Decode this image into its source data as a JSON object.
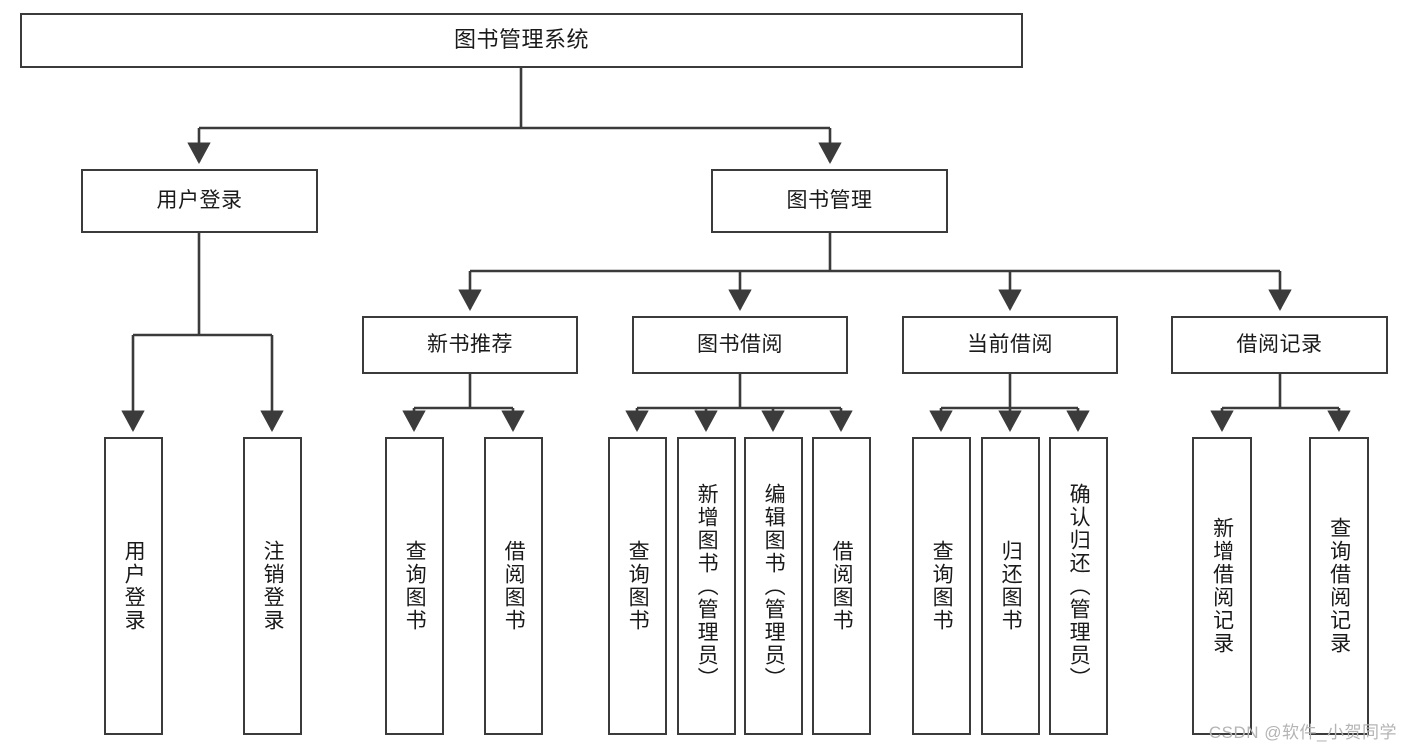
{
  "diagram": {
    "title": "图书管理系统",
    "type": "hierarchy-tree",
    "watermark": "CSDN @软件_小贺同学",
    "colors": {
      "box_border": "#3b3b3b",
      "box_fill": "#ffffff",
      "connector": "#3b3b3b",
      "text": "#1a1a1a",
      "watermark": "#b4b4b4"
    },
    "nodes": {
      "root": {
        "label": "图书管理系统"
      },
      "level2": [
        {
          "id": "user-login",
          "label": "用户登录"
        },
        {
          "id": "book-manage",
          "label": "图书管理"
        }
      ],
      "level3": [
        {
          "id": "new-book-recommend",
          "label": "新书推荐"
        },
        {
          "id": "book-borrow",
          "label": "图书借阅"
        },
        {
          "id": "current-borrow",
          "label": "当前借阅"
        },
        {
          "id": "borrow-record",
          "label": "借阅记录"
        }
      ],
      "leaves": {
        "user-login": [
          {
            "id": "leaf-user-login",
            "label": "用户登录"
          },
          {
            "id": "leaf-user-logout",
            "label": "注销登录"
          }
        ],
        "new-book-recommend": [
          {
            "id": "leaf-query-book-1",
            "label": "查询图书"
          },
          {
            "id": "leaf-borrow-book-1",
            "label": "借阅图书"
          }
        ],
        "book-borrow": [
          {
            "id": "leaf-query-book-2",
            "label": "查询图书"
          },
          {
            "id": "leaf-add-book",
            "label": "新增图书（管理员）"
          },
          {
            "id": "leaf-edit-book",
            "label": "编辑图书（管理员）"
          },
          {
            "id": "leaf-borrow-book-2",
            "label": "借阅图书"
          }
        ],
        "current-borrow": [
          {
            "id": "leaf-query-book-3",
            "label": "查询图书"
          },
          {
            "id": "leaf-return-book",
            "label": "归还图书"
          },
          {
            "id": "leaf-confirm-return",
            "label": "确认归还（管理员）"
          }
        ],
        "borrow-record": [
          {
            "id": "leaf-add-record",
            "label": "新增借阅记录"
          },
          {
            "id": "leaf-query-record",
            "label": "查询借阅记录"
          }
        ]
      }
    }
  }
}
